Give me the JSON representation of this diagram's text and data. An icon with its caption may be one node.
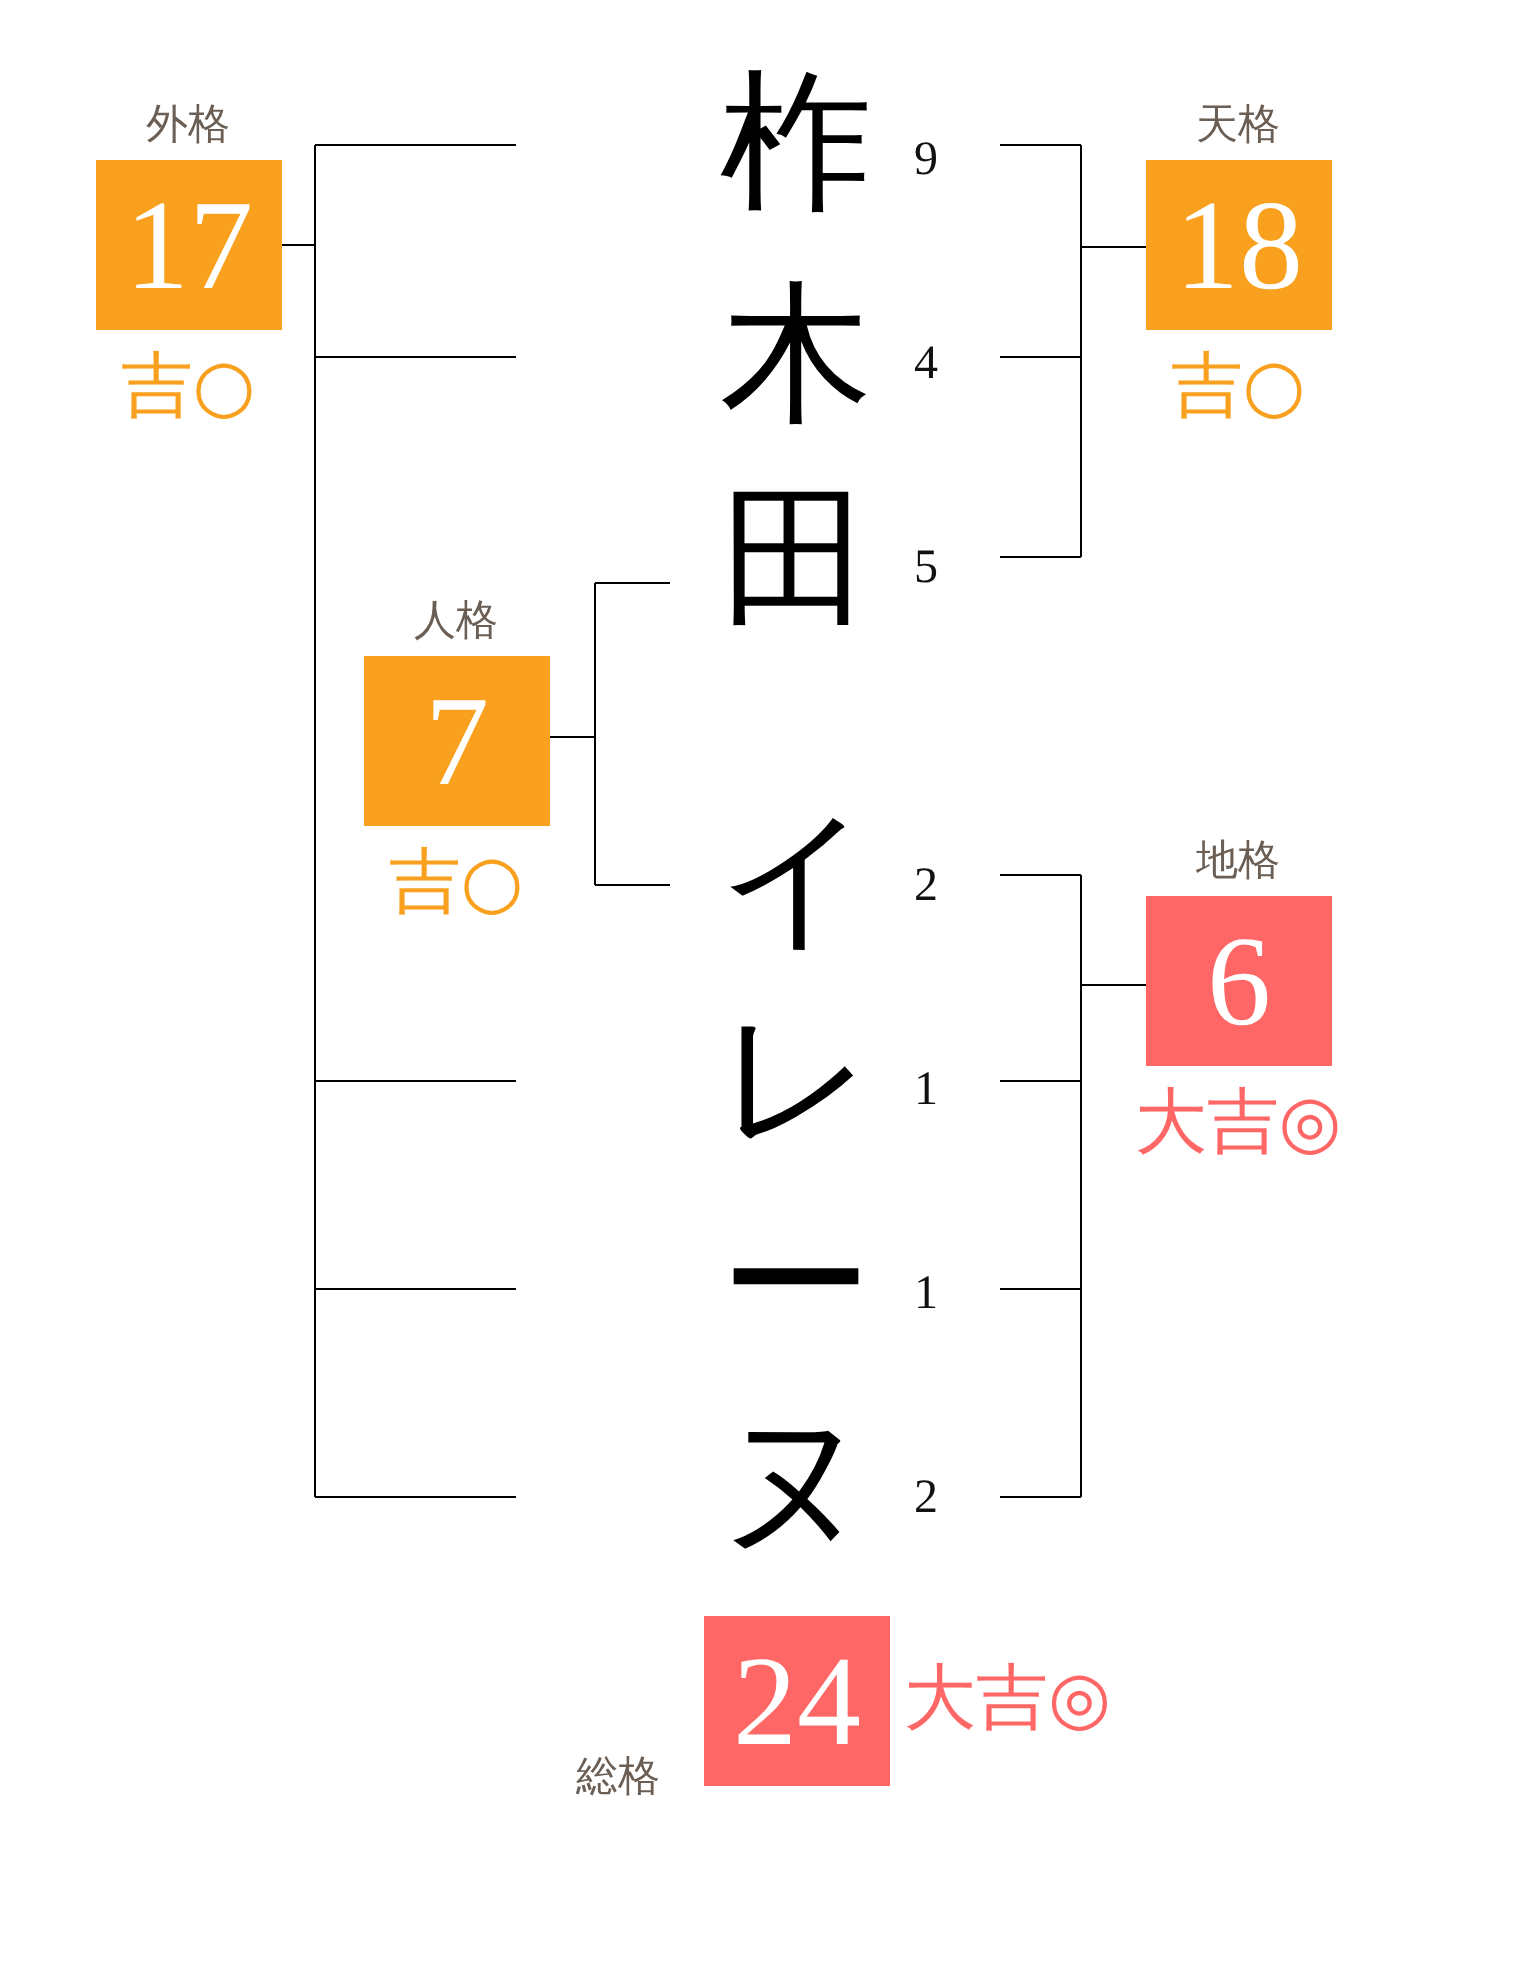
{
  "diagram": {
    "nodes": [
      {
        "text": [
          "外格",
          "17"
        ],
        "beside": [
          "吉○"
        ]
      },
      {
        "text": [
          "天格",
          "18"
        ],
        "beside": [
          "吉○"
        ]
      },
      {
        "text": [
          "人格",
          "7"
        ],
        "beside": [
          "吉○"
        ]
      },
      {
        "text": [
          "地格",
          "6"
        ],
        "beside": [
          "大吉◎"
        ]
      },
      {
        "text": [
          "総格",
          "24"
        ],
        "beside": [
          "大吉◎"
        ]
      }
    ],
    "labels": [
      "柞",
      "9",
      "木",
      "4",
      "田",
      "5",
      "イ",
      "2",
      "レ",
      "1",
      "ー",
      "1",
      "ヌ",
      "2"
    ]
  }
}
